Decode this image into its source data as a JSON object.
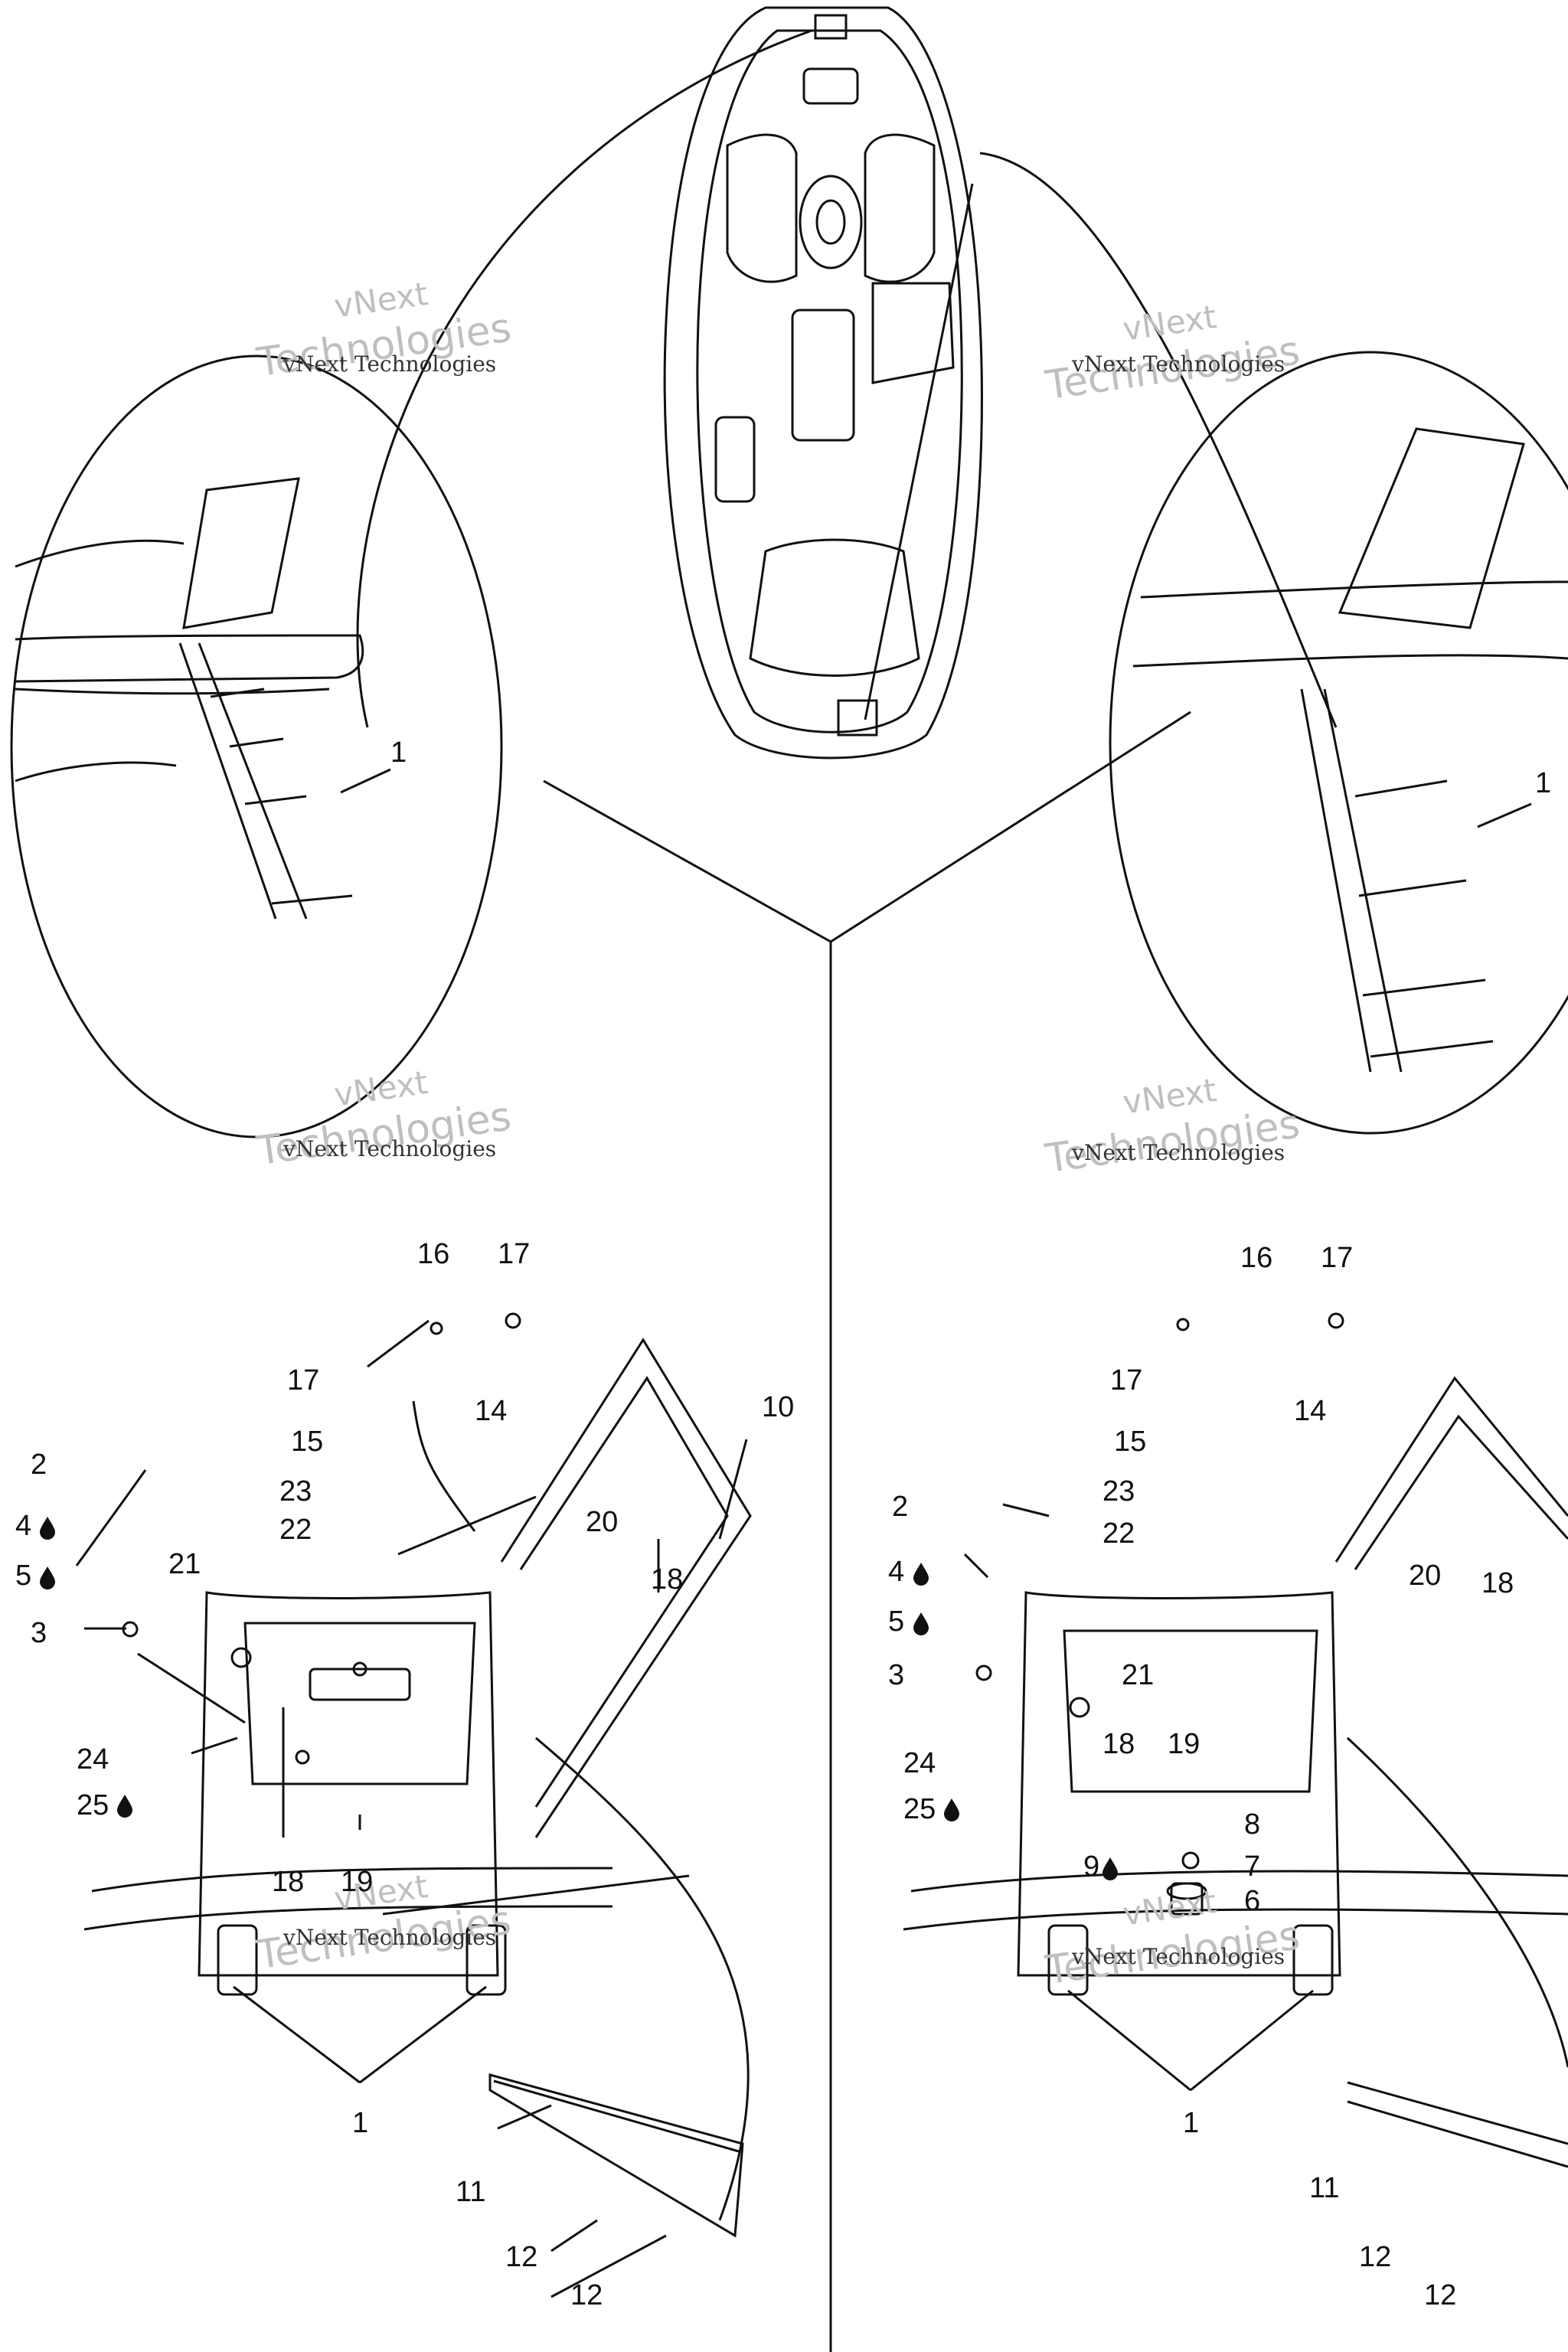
{
  "watermark": {
    "line1": "vNext",
    "line2": "Technologies",
    "caption": "vNext Technologies"
  },
  "callouts": {
    "c1": "1",
    "c2": "2",
    "c3": "3",
    "c4": "4",
    "c5": "5",
    "c6": "6",
    "c7": "7",
    "c8": "8",
    "c9": "9",
    "c10": "10",
    "c11": "11",
    "c12": "12",
    "c14": "14",
    "c15": "15",
    "c16": "16",
    "c17": "17",
    "c18": "18",
    "c19": "19",
    "c20": "20",
    "c21": "21",
    "c22": "22",
    "c23": "23",
    "c24": "24",
    "c25": "25"
  },
  "colors": {
    "line": "#111111",
    "watermark": "#bfbfbf"
  },
  "icons": {
    "adhesive": "drop-icon"
  }
}
